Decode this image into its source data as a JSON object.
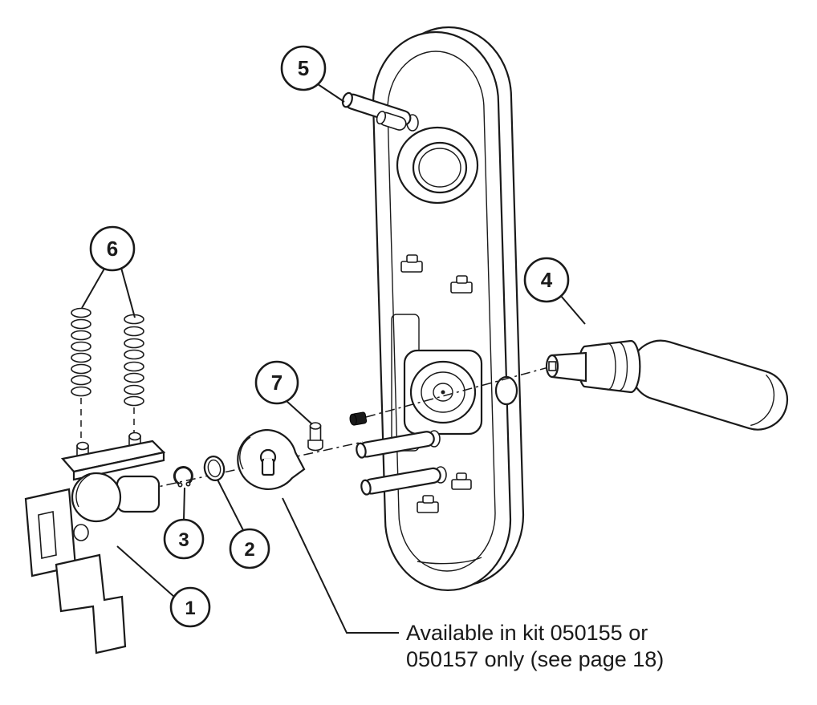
{
  "page": {
    "background_color": "#ffffff",
    "line_color": "#1a1a1a"
  },
  "callouts": {
    "c1": "1",
    "c2": "2",
    "c3": "3",
    "c4": "4",
    "c5": "5",
    "c6": "6",
    "c7": "7"
  },
  "annotation": {
    "line1": "Available in kit 050155 or",
    "line2": "050157 only (see page 18)"
  }
}
